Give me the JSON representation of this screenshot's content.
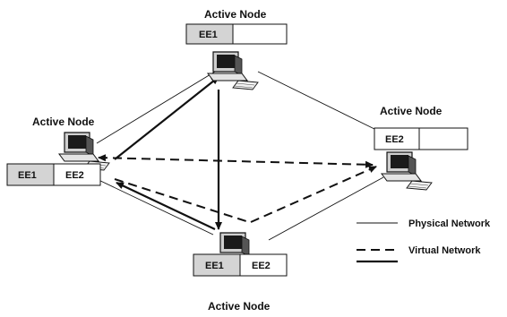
{
  "nodes": [
    {
      "id": "top",
      "title": "Active Node",
      "environments": [
        "EE1",
        ""
      ]
    },
    {
      "id": "left",
      "title": "Active Node",
      "environments": [
        "EE1",
        "EE2"
      ]
    },
    {
      "id": "right",
      "title": "Active Node",
      "environments": [
        "EE2",
        ""
      ]
    },
    {
      "id": "bottom",
      "title": "Active Node",
      "environments": [
        "EE1",
        "EE2"
      ]
    }
  ],
  "legend": {
    "physical": "Physical Network",
    "virtual_dashed": "Virtual Network",
    "virtual_solid": ""
  },
  "colors": {
    "line": "#111111",
    "ee1_fill": "#d4d4d4",
    "box_fill": "#ffffff"
  }
}
